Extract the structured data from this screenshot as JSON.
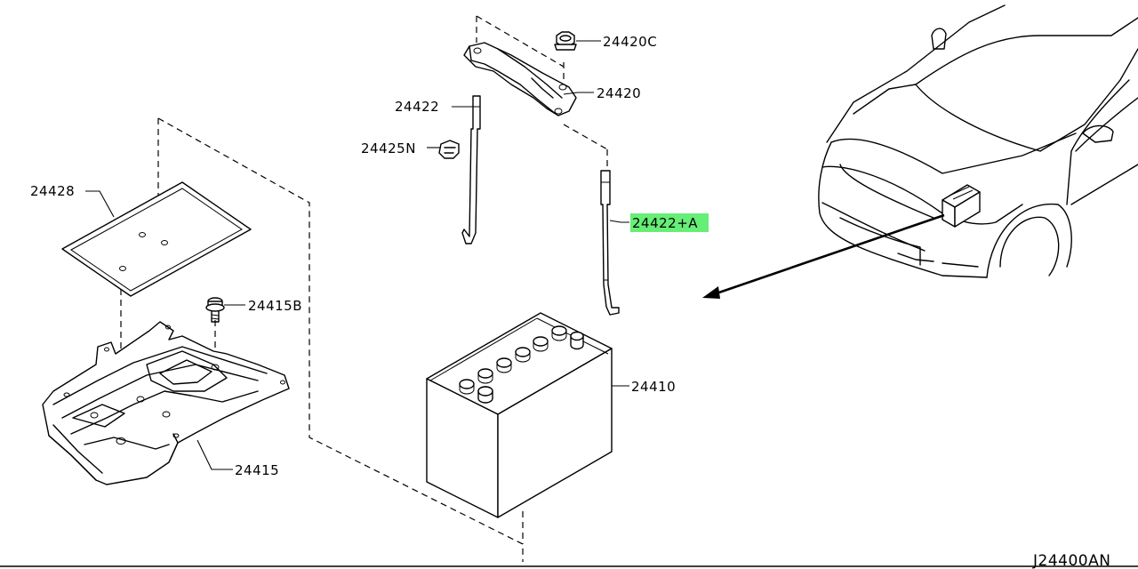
{
  "labels": {
    "p24420C": "24420C",
    "p24420": "24420",
    "p24422": "24422",
    "p24425N": "24425N",
    "p24422A": "24422+A",
    "p24428": "24428",
    "p24415B": "24415B",
    "p24410": "24410",
    "p24415": "24415"
  },
  "diagram_code": "J24400AN",
  "highlight_color": "#66ee77"
}
